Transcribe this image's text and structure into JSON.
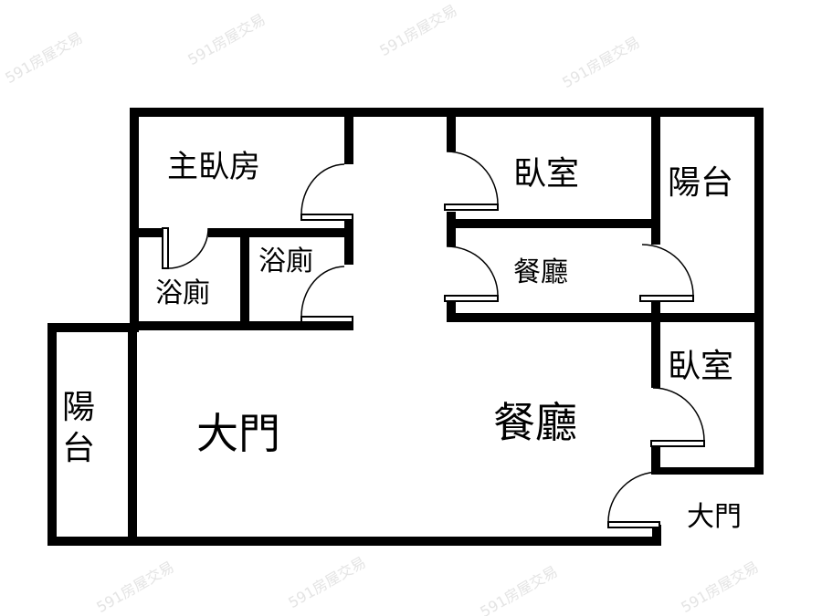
{
  "watermark": "591房屋交易",
  "rooms": {
    "master_bedroom": "主臥房",
    "bedroom_top": "臥室",
    "balcony_right": "陽台",
    "bath_inner": "浴廁",
    "bath_left": "浴廁",
    "dining_small": "餐廳",
    "bedroom_right": "臥室",
    "balcony_left": "陽台",
    "main_door_inside": "大門",
    "dining_large": "餐廳",
    "main_door_outside": "大門"
  },
  "colors": {
    "wall": "#000000",
    "background": "#ffffff",
    "watermark": "#e4e4e4"
  }
}
